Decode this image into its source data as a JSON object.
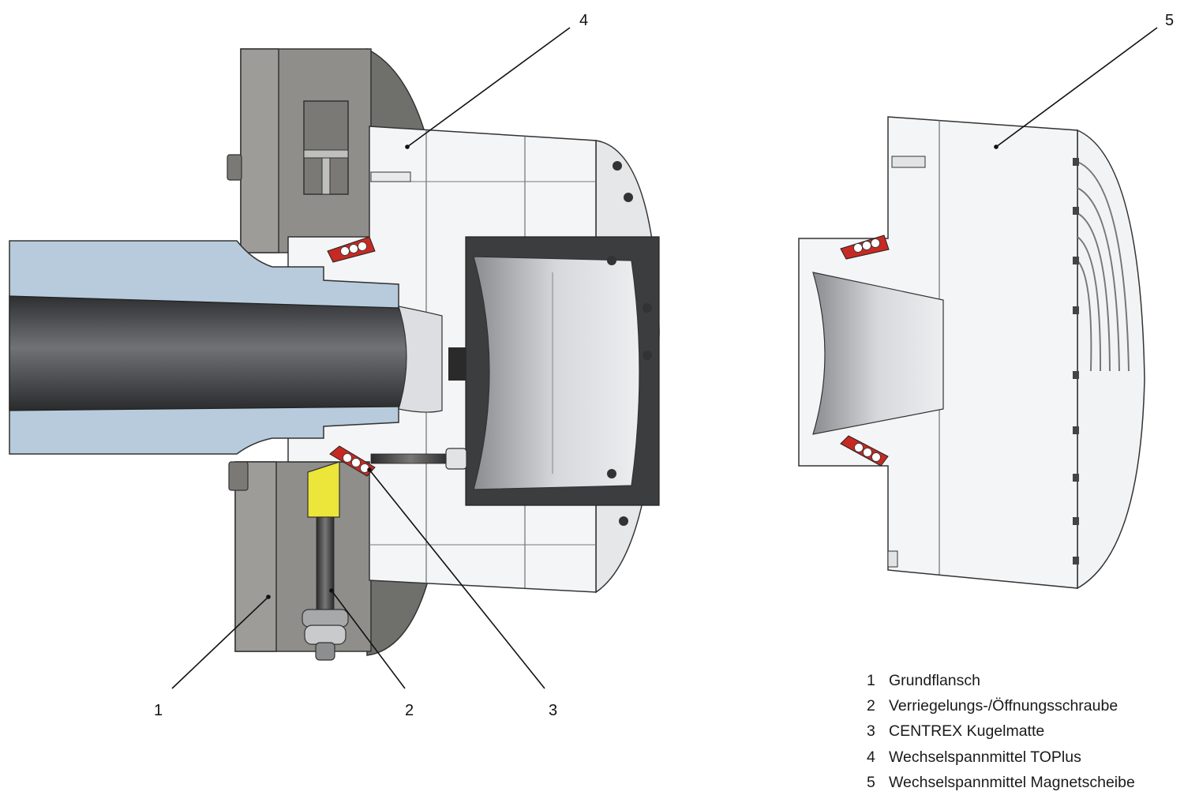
{
  "callouts": [
    {
      "number": "1"
    },
    {
      "number": "2"
    },
    {
      "number": "3"
    },
    {
      "number": "4"
    },
    {
      "number": "5"
    }
  ],
  "legend": [
    {
      "number": "1",
      "text": "Grundflansch"
    },
    {
      "number": "2",
      "text": "Verriegelungs-/Öffnungsschraube"
    },
    {
      "number": "3",
      "text": "CENTREX Kugelmatte"
    },
    {
      "number": "4",
      "text": "Wechselspannmittel TOPlus"
    },
    {
      "number": "5",
      "text": "Wechselspannmittel Magnetscheibe"
    }
  ],
  "colors": {
    "flange_gray": "#8f8e8a",
    "spindle_blue": "#b7cbdc",
    "bore_dark": "#3c3d3f",
    "part_white": "#f4f5f6",
    "ball_red": "#c62a22",
    "screw_yellow": "#ece53a",
    "outline": "#333333"
  }
}
